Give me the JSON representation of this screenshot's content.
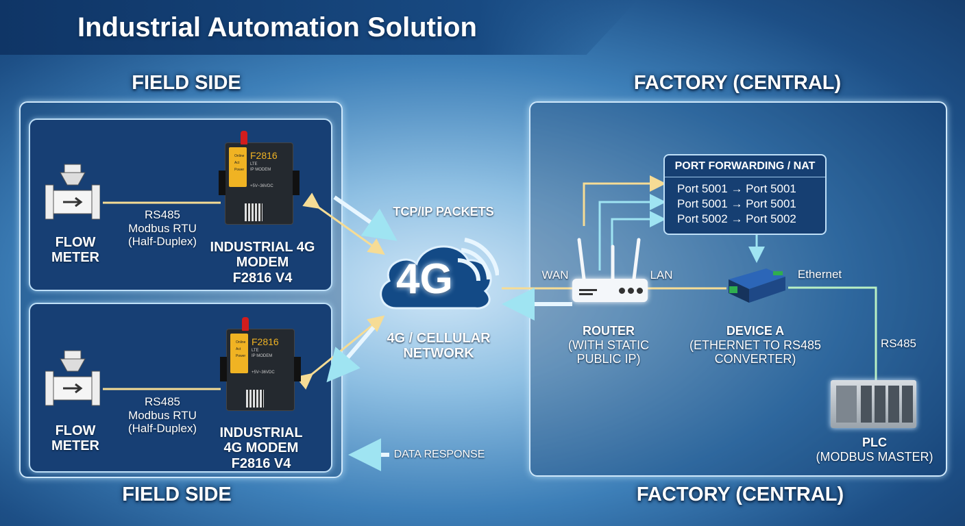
{
  "title": "Industrial Automation Solution",
  "sections": {
    "field_top": "FIELD SIDE",
    "field_bottom": "FIELD SIDE",
    "factory_top": "FACTORY (CENTRAL)",
    "factory_bottom": "FACTORY (CENTRAL)"
  },
  "field_units": [
    {
      "meter": [
        "FLOW",
        "METER"
      ],
      "link": [
        "RS485",
        "Modbus RTU",
        "(Half-Duplex)"
      ],
      "modem_label": [
        "INDUSTRIAL 4G",
        "MODEM",
        "F2816 V4"
      ]
    },
    {
      "meter": [
        "FLOW",
        "METER"
      ],
      "link": [
        "RS485",
        "Modbus RTU",
        "(Half-Duplex)"
      ],
      "modem_label": [
        "INDUSTRIAL",
        "4G MODEM",
        "F2816 V4"
      ]
    }
  ],
  "modem_face": {
    "model": "F2816",
    "line1": "LTE",
    "line2": "IP MODEM",
    "leds": [
      "Online",
      "Act",
      "Power"
    ],
    "voltage": "+5V~36VDC"
  },
  "network": {
    "cloud_text": "4G",
    "packets": "TCP/IP PACKETS",
    "name": [
      "4G / CELLULAR",
      "NETWORK"
    ],
    "response": "DATA RESPONSE"
  },
  "router": {
    "wan": "WAN",
    "lan": "LAN",
    "label": [
      "ROUTER",
      "(WITH STATIC",
      "PUBLIC IP)"
    ]
  },
  "port_forwarding": {
    "title": "PORT FORWARDING / NAT",
    "rules": [
      "Port 5001 → Port 5001",
      "Port 5001 → Port 5001",
      "Port 5002 → Port 5002"
    ]
  },
  "device_a": {
    "label": [
      "DEVICE A",
      "(ETHERNET TO RS485",
      "CONVERTER)"
    ],
    "ethernet": "Ethernet"
  },
  "plc": {
    "rs485": "RS485",
    "label": [
      "PLC",
      "(MODBUS MASTER)"
    ]
  }
}
